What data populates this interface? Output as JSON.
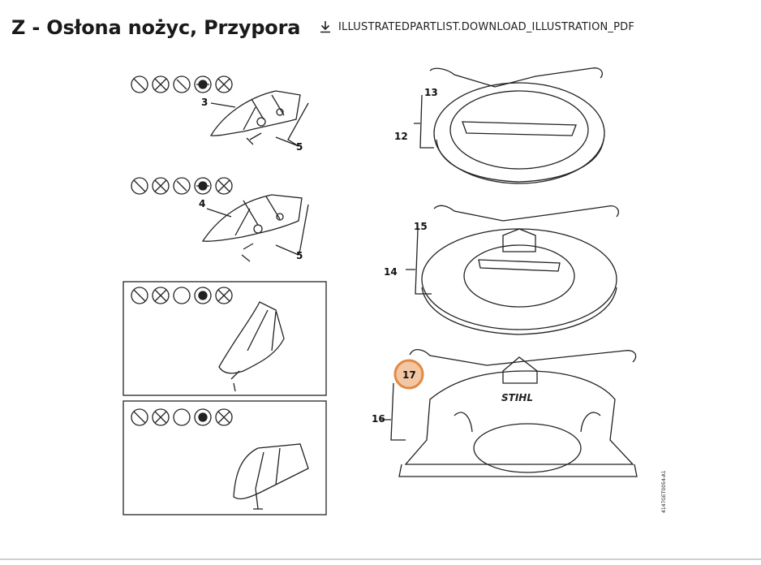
{
  "page": {
    "title": "Z - Osłona nożyc, Przypora",
    "download_label": "ILLUSTRATEDPARTLIST.DOWNLOAD_ILLUSTRATION_PDF"
  },
  "diagram": {
    "labels": {
      "p3": "3",
      "p4": "4",
      "p5a": "5",
      "p5b": "5",
      "p12": "12",
      "p13": "13",
      "p14": "14",
      "p15": "15",
      "p16": "16"
    },
    "highlighted_part": "17",
    "highlight_color": "#e08a4a",
    "brand": "STIHL",
    "doc_ref": "4147GET0054-A1"
  }
}
